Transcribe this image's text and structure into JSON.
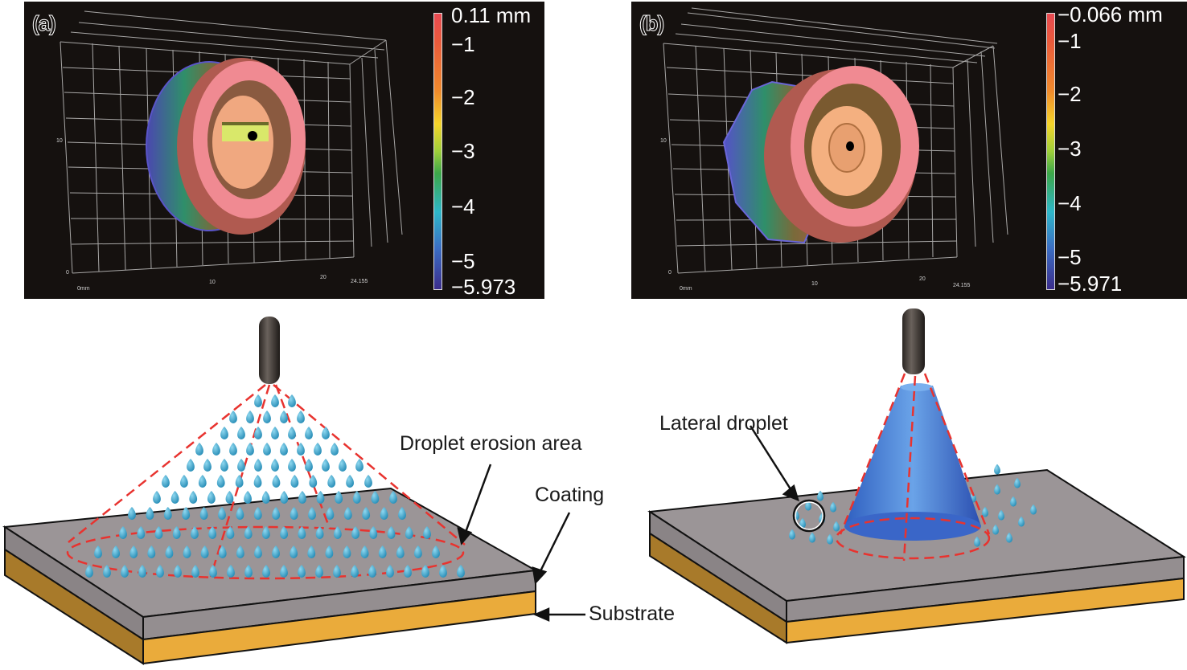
{
  "panels": [
    {
      "label": "(a)",
      "colorbar": {
        "ticks": [
          "0.11 mm",
          "−1",
          "−2",
          "−3",
          "−4",
          "−5",
          "−5.973"
        ],
        "max": 0.11,
        "min": -5.973,
        "unit": "mm"
      },
      "axis_labels": {
        "x_start": "0mm",
        "x_mid": "10",
        "x_20": "20",
        "x_end": "24.155",
        "y_zero": "0",
        "y_mid": "10"
      }
    },
    {
      "label": "(b)",
      "colorbar": {
        "ticks": [
          "−0.066 mm",
          "−1",
          "−2",
          "−3",
          "−4",
          "−5",
          "−5.971"
        ],
        "max": -0.066,
        "min": -5.971,
        "unit": "mm"
      },
      "axis_labels": {
        "x_start": "0mm",
        "x_mid": "10",
        "x_20": "20",
        "x_end": "24.155",
        "y_zero": "0",
        "y_mid": "10"
      }
    }
  ],
  "schematic_a": {
    "labels": {
      "erosion_area": "Droplet erosion area",
      "coating": "Coating",
      "substrate": "Substrate"
    }
  },
  "schematic_b": {
    "labels": {
      "lateral_droplet": "Lateral droplet"
    }
  },
  "colors": {
    "background_scan": "#15110f",
    "coating": "#9a9496",
    "substrate": "#e8a93a",
    "droplet": "#4fb3d9",
    "dash": "#e8332f",
    "cone": "#3d7bd6",
    "nozzle": "#3a3532"
  }
}
